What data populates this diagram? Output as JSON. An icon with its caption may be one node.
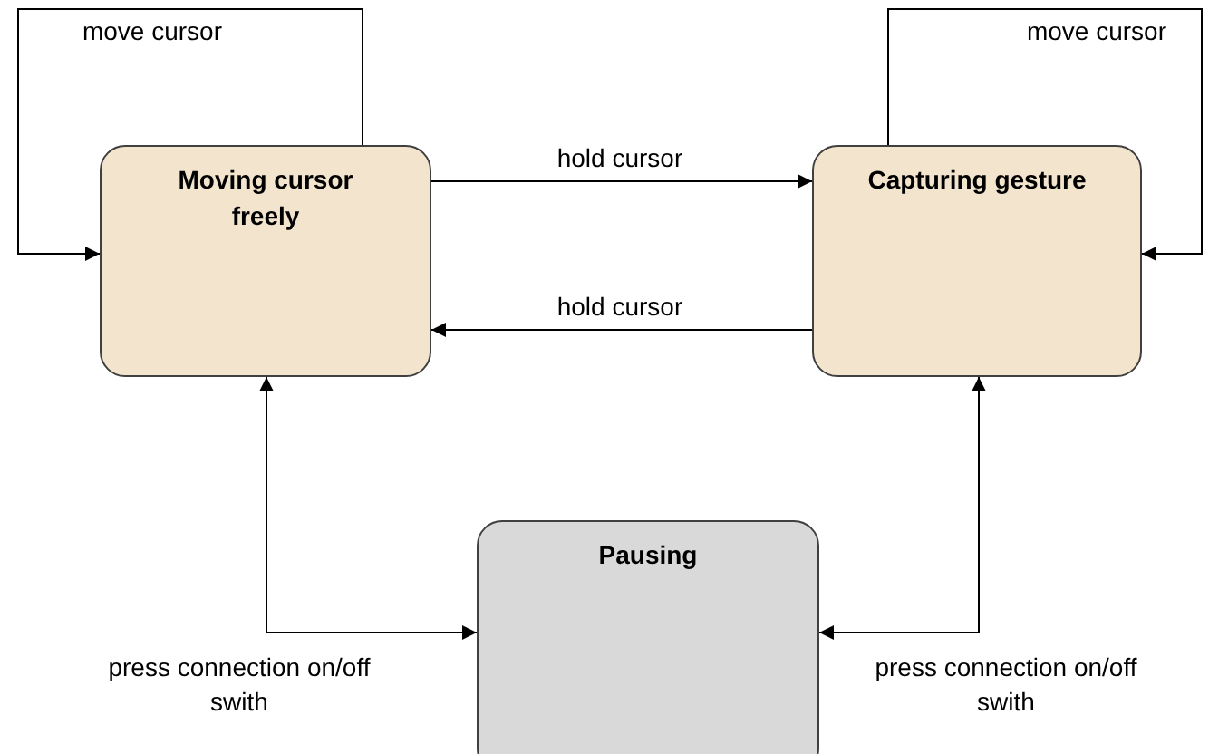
{
  "diagram": {
    "nodes": [
      {
        "text": [
          "Moving cursor freely"
        ]
      },
      {
        "text": [
          "Capturing gesture"
        ]
      },
      {
        "text": [
          "Pausing"
        ]
      }
    ],
    "edges": [
      {
        "from": 0,
        "to": 0,
        "arrow": "to",
        "label": "move cursor"
      },
      {
        "from": 1,
        "to": 1,
        "arrow": "to",
        "label": "move cursor"
      },
      {
        "from": 0,
        "to": 1,
        "arrow": "to",
        "label": "hold cursor"
      },
      {
        "from": 1,
        "to": 0,
        "arrow": "to",
        "label": "hold cursor"
      },
      {
        "from": 0,
        "to": 2,
        "arrow": "both",
        "label": "press connection on/off swith"
      },
      {
        "from": 1,
        "to": 2,
        "arrow": "both",
        "label": "press connection on/off swith"
      }
    ]
  }
}
